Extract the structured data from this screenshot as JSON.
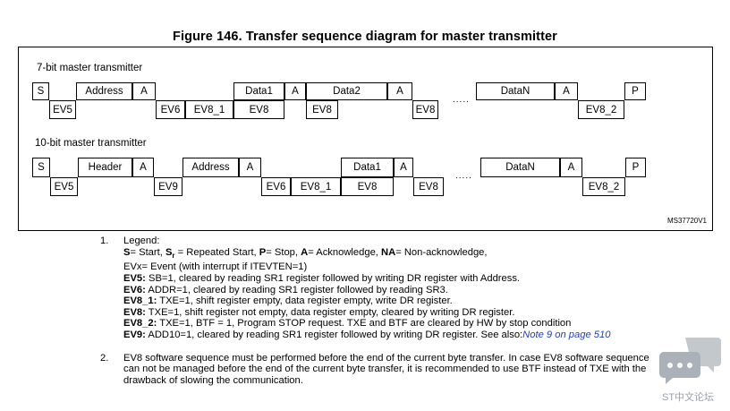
{
  "figure_title": "Figure 146. Transfer sequence diagram for master transmitter",
  "diagram_code": "MS37720V1",
  "seq7": {
    "label": "7-bit master transmitter",
    "ellipsis": ".....",
    "top": [
      "S",
      "Address",
      "A",
      "Data1",
      "A",
      "Data2",
      "A",
      "DataN",
      "A",
      "P"
    ],
    "bottom": [
      "EV5",
      "EV6",
      "EV8_1",
      "EV8",
      "EV8",
      "EV8",
      "EV8_2"
    ]
  },
  "seq10": {
    "label": "10-bit master transmitter",
    "ellipsis": ".....",
    "top": [
      "S",
      "Header",
      "A",
      "Address",
      "A",
      "Data1",
      "A",
      "DataN",
      "A",
      "P"
    ],
    "bottom": [
      "EV5",
      "EV9",
      "EV6",
      "EV8_1",
      "EV8",
      "EV8",
      "EV8_2"
    ]
  },
  "notes": {
    "n1_num": "1.",
    "legend_title": "Legend:",
    "l1": {
      "s_term": "S",
      "s_text": "= Start, ",
      "sr_term": "S",
      "sr_sub": "r",
      "sr_text": " = Repeated Start, ",
      "p_term": "P",
      "p_text": "= Stop, ",
      "a_term": "A",
      "a_text": "= Acknowledge, ",
      "na_term": "NA",
      "na_text": "= Non-acknowledge,"
    },
    "l2": "EVx= Event (with interrupt if ITEVTEN=1)",
    "ev5": {
      "term": "EV5:",
      "text": " SB=1, cleared by reading SR1 register followed by writing DR register with Address."
    },
    "ev6": {
      "term": "EV6:",
      "text": " ADDR=1, cleared by reading SR1 register followed by reading SR3."
    },
    "ev8_1": {
      "term": "EV8_1:",
      "text": " TXE=1, shift register empty, data register empty, write DR register."
    },
    "ev8": {
      "term": "EV8:",
      "text": " TXE=1, shift register not empty, data register empty, cleared by writing DR register."
    },
    "ev8_2": {
      "term": "EV8_2:",
      "text": " TXE=1, BTF = 1, Program STOP request. TXE and BTF are cleared by HW by stop condition"
    },
    "ev9": {
      "term": "EV9:",
      "text": " ADD10=1, cleared by reading SR1 register followed by writing DR register. See also:",
      "link": "Note 9 on page 510"
    },
    "n2_num": "2.",
    "n2_text": "EV8 software sequence must be performed before the end of the current byte transfer. In case EV8 software sequence can not be managed before the end of the current byte transfer, it is recommended to use BTF instead of TXE with the drawback of slowing the communication."
  },
  "watermark": "ST中文论坛",
  "icon": "chat-bubbles-icon"
}
